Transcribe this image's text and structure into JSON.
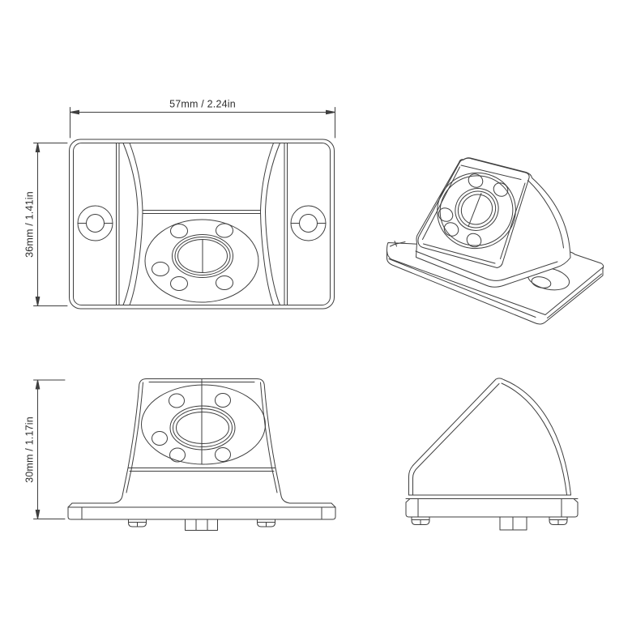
{
  "drawing": {
    "background": "#ffffff",
    "line_color": "#3f3f3f",
    "text_color": "#2e2e2e",
    "dimensions": {
      "width": "57mm / 2.24in",
      "height_top": "36mm / 1.41in",
      "height_front": "30mm / 1.17in"
    }
  }
}
